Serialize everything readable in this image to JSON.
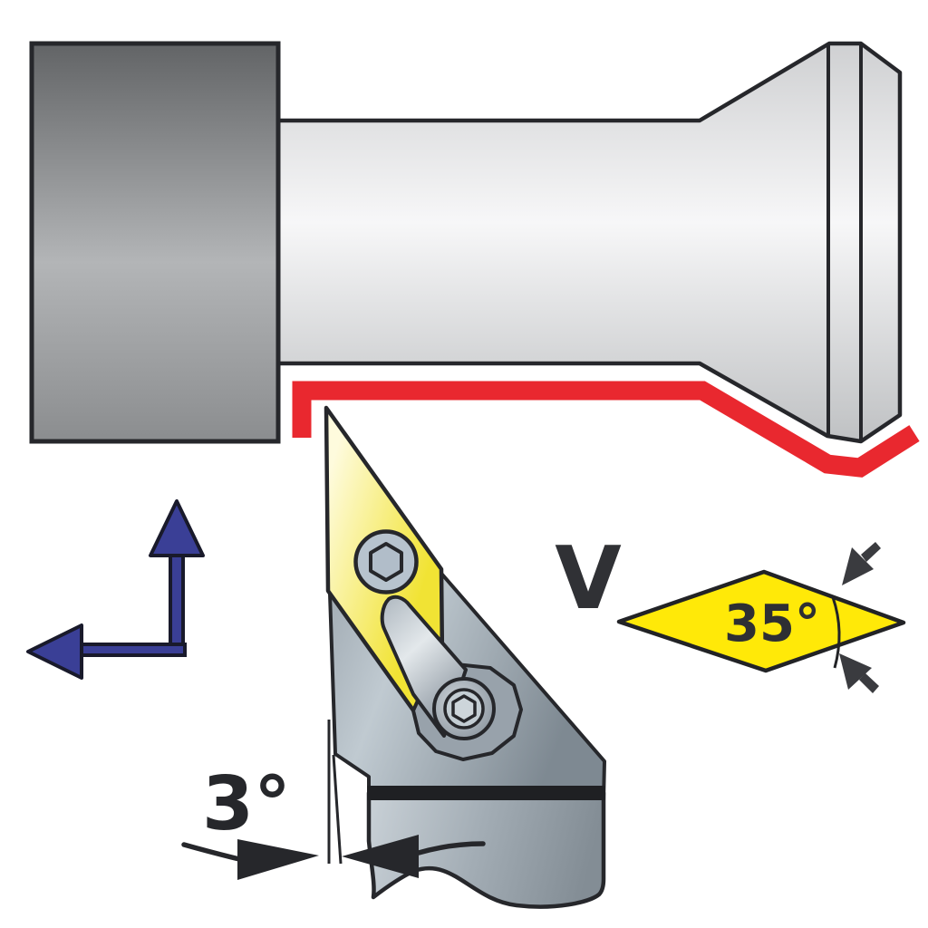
{
  "diagram": {
    "title_hint": "Lathe profile turning with V-type (35 deg) insert tool holder",
    "labels": {
      "insert_shape_code": "V",
      "insert_tip_angle": "35°",
      "clearance_angle": "3°"
    },
    "colors": {
      "toolpath_red": "#e9282f",
      "insert_yellow": "#f1e334",
      "symbol_yellow": "#ffe908",
      "feed_arrow_blue": "#3a3f96",
      "outline_dark": "#26272b",
      "chuck_gray": "#8b8d8f",
      "workpiece_gray": "#f6f6f7",
      "holder_gray": "#9aa4ac",
      "screw_gray": "#b7c3ce",
      "text_dark": "#2e2f33"
    }
  }
}
